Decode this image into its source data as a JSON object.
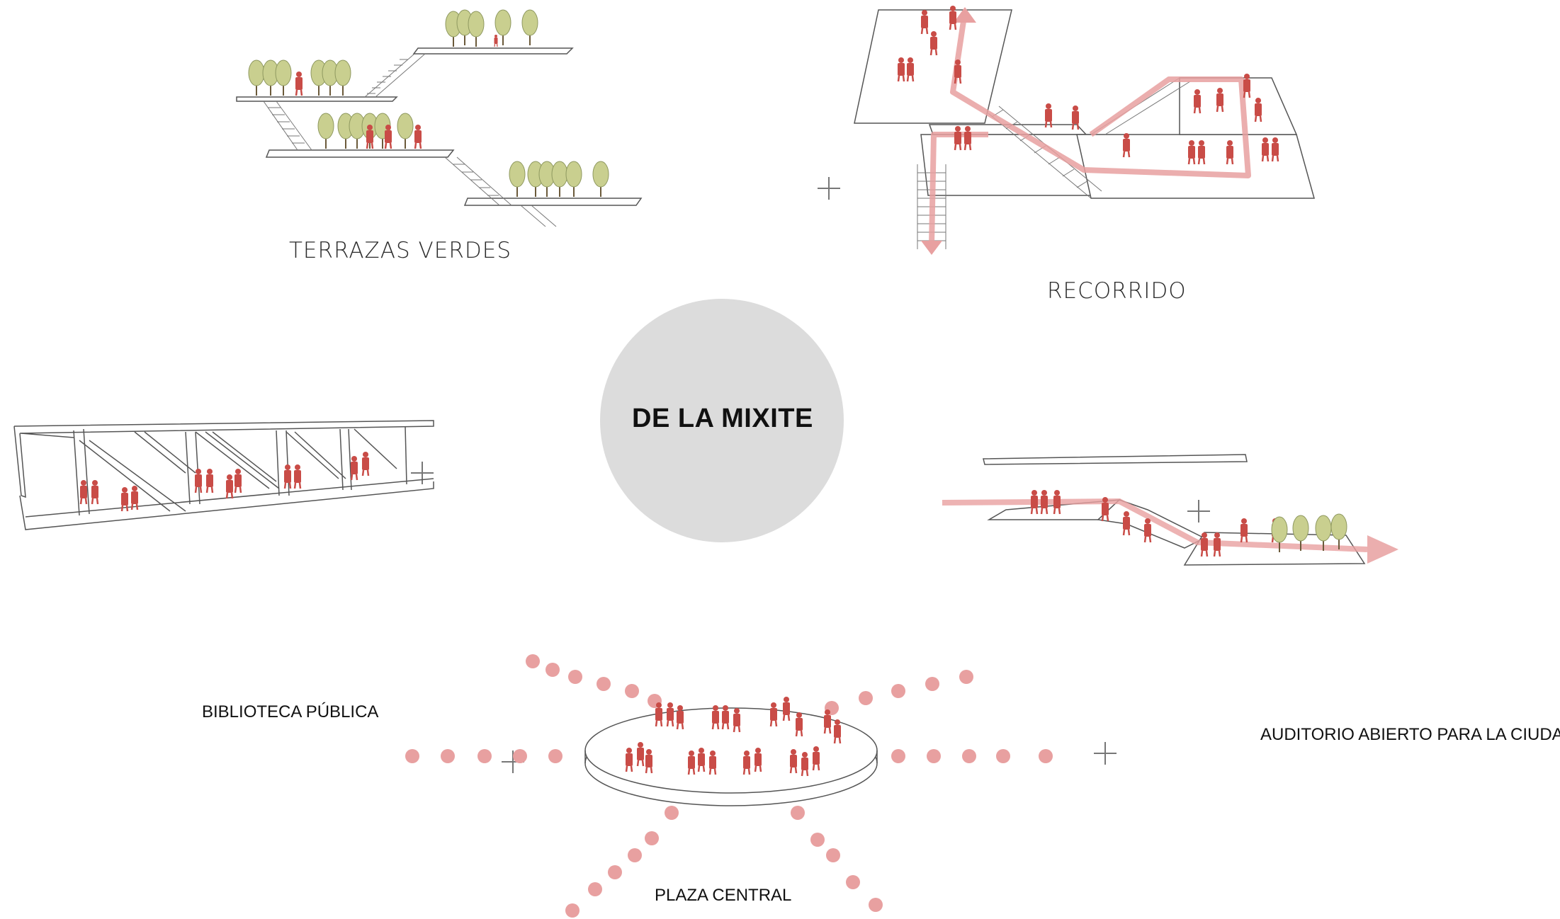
{
  "center": {
    "title": "DE LA MIXITE"
  },
  "labels": {
    "terrazas": "TERRAZAS VERDES",
    "recorrido": "RECORRIDO",
    "biblioteca": "BIBLIOTECA PÚBLICA",
    "auditorio": "AUDITORIO ABIERTO PARA LA CIUDAD",
    "plaza": "PLAZA CENTRAL"
  },
  "colors": {
    "circle": "#dcdcdc",
    "accent": "#e8a0a0",
    "figure": "#c94c47",
    "tree": "#c9cf8f",
    "line": "#555555"
  }
}
